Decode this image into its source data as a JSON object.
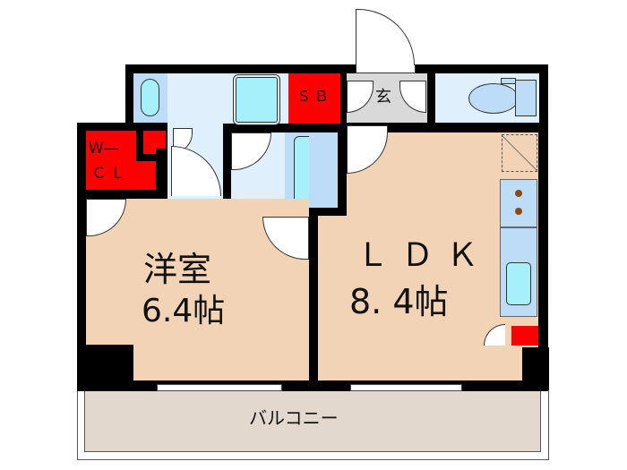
{
  "floorplan": {
    "rooms": {
      "western_room": {
        "name": "洋室",
        "size": "6.4帖"
      },
      "ldk": {
        "name": "ＬＤＫ",
        "size": "8. 4帖"
      },
      "walk_in_closet": {
        "line1": "W—",
        "line2": "ＣＬ"
      },
      "shoe_box": {
        "name": "ＳＢ"
      },
      "entrance": {
        "name": "玄"
      },
      "balcony": {
        "name": "バルコニー"
      }
    },
    "colors": {
      "wall": "#000000",
      "floor": "#f2d3b6",
      "wet_area": "#dff0fc",
      "storage": "#ff0000",
      "entrance": "#d9d9d9",
      "balcony": "#e2d8ce",
      "fixture": "#a6f0fb"
    }
  }
}
